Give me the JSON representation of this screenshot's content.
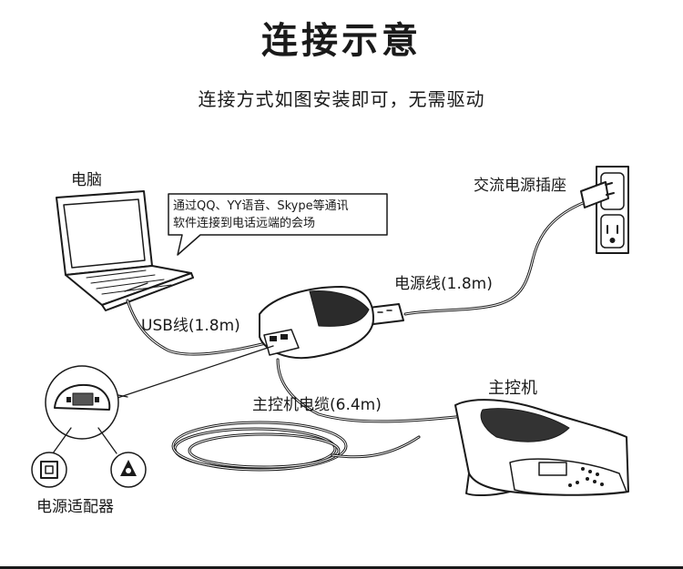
{
  "header": {
    "title": "连接示意",
    "subtitle": "连接方式如图安装即可，无需驱动"
  },
  "labels": {
    "computer": "电脑",
    "software_note_line1": "通过QQ、YY语音、Skype等通讯",
    "software_note_line2": "软件连接到电话远端的会场",
    "usb_cable": "USB线(1.8m)",
    "power_socket": "交流电源插座",
    "power_cable": "电源线(1.8m)",
    "main_unit": "主控机",
    "main_cable": "主控机电缆(6.4m)",
    "power_adapter": "电源适配器"
  }
}
